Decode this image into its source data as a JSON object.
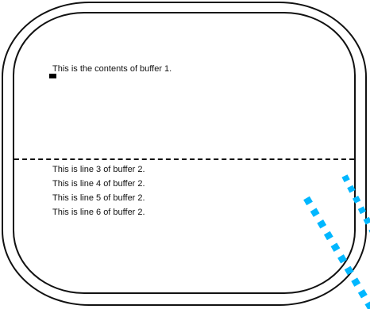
{
  "buffer1": {
    "lines": [
      "This is the contents of buffer 1."
    ]
  },
  "buffer2": {
    "lines": [
      "This is line 3 of buffer 2.",
      "This is line 4 of buffer 2.",
      "This is line 5 of buffer 2.",
      "This is line 6 of buffer 2."
    ]
  },
  "colors": {
    "bezel": "#111111",
    "text": "#111111",
    "cursor": "#000000",
    "watermark": "#00b7ff"
  },
  "icons": {
    "cursor": "block-cursor-icon",
    "watermark": "watermark-icon"
  }
}
